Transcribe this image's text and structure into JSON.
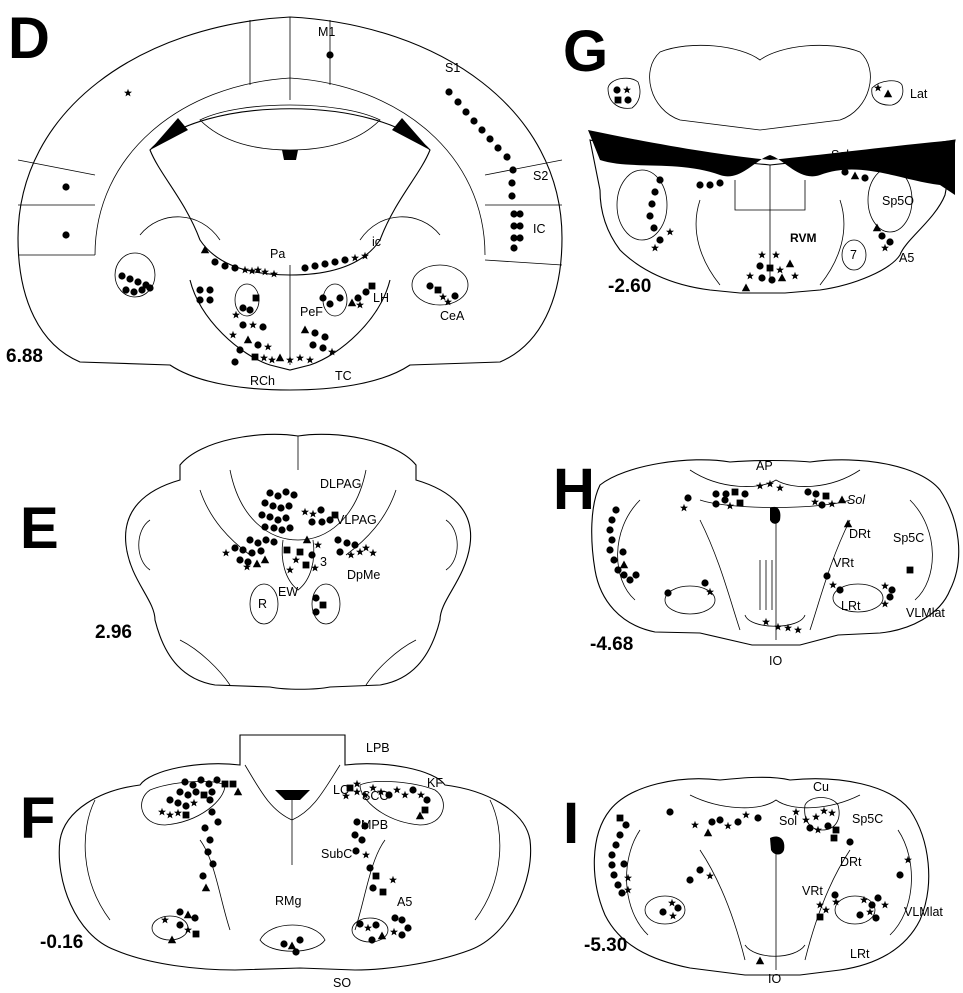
{
  "panels": [
    {
      "id": "D",
      "letter": "D",
      "coord": "6.88",
      "regions": [
        "M1",
        "S1",
        "S2",
        "IC",
        "Pa",
        "ic",
        "PeF",
        "LH",
        "CeA",
        "RCh",
        "TC"
      ]
    },
    {
      "id": "E",
      "letter": "E",
      "coord": "2.96",
      "regions": [
        "DLPAG",
        "VLPAG",
        "3",
        "DpMe",
        "R",
        "EW"
      ]
    },
    {
      "id": "F",
      "letter": "F",
      "coord": "-0.16",
      "regions": [
        "LPB",
        "KF",
        "LC",
        "SCO",
        "MPB",
        "SubC",
        "RMg",
        "A5",
        "SO"
      ]
    },
    {
      "id": "G",
      "letter": "G",
      "coord": "-2.60",
      "regions": [
        "Lat",
        "Sol",
        "Sp5O",
        "RVM",
        "7",
        "A5"
      ]
    },
    {
      "id": "H",
      "letter": "H",
      "coord": "-4.68",
      "regions": [
        "AP",
        "Sol",
        "DRt",
        "Sp5C",
        "VRt",
        "LRt",
        "VLMlat",
        "IO"
      ]
    },
    {
      "id": "I",
      "letter": "I",
      "coord": "-5.30",
      "regions": [
        "Cu",
        "Sol",
        "Sp5C",
        "DRt",
        "VRt",
        "VLMlat",
        "LRt",
        "IO"
      ]
    }
  ],
  "marker_types": [
    "circle",
    "star",
    "square",
    "triangle"
  ]
}
